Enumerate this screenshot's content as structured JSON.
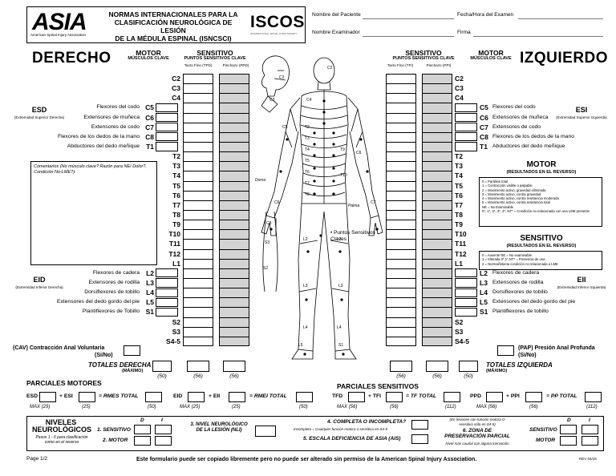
{
  "header": {
    "logo_word": "ASIA",
    "logo_sub": "American Spinal Injury Association",
    "title_lines": [
      "NORMAS INTERNACIONALES PARA LA",
      "CLASIFICACIÓN NEUROLÓGICA DE LESIÓN",
      "DE LA MÉDULA ESPINAL (ISNCSCI)"
    ],
    "partner_logo": "ISCOS",
    "partner_sub": "INTERNATIONAL SPINAL CORD SOCIETY",
    "patient_label": "Nombre del Paciente",
    "exam_date_label": "Fecha/Hora del Examen",
    "examiner_label": "Nombre Examinador",
    "signature_label": "Firma"
  },
  "right_side": {
    "title": "DERECHO",
    "motor_title": "MOTOR",
    "motor_sub": "MÚSCULOS CLAVE",
    "sensory_title": "SENSITIVO",
    "sensory_sub": "PUNTOS SENSITIVOS CLAVE",
    "ltr_label": "Tacto Fino (TFD)",
    "ppr_label": "Pinchazo (PPD)",
    "uer_label": "ESD",
    "uer_sub": "(Extremidad Superior Derecha)",
    "ler_label": "EID",
    "ler_sub": "(Extremidad Inferior Derecha)",
    "comments": "Comentarios (No músculo clave? Razón para NE/ Dolor?, Condición No-LME?):",
    "vac_label": "(CAV) Contracción Anal Voluntaria",
    "vac_yn": "(Si/No)",
    "totals_label": "TOTALES DERECHA",
    "max_label": "(MÁXIMO)"
  },
  "left_side": {
    "title": "IZQUIERDO",
    "motor_title": "MOTOR",
    "motor_sub": "MÚSCULOS CLAVE",
    "sensory_title": "SENSITIVO",
    "sensory_sub": "PUNTOS SENSITIVOS CLAVE",
    "ltl_label": "Tacto Fino (TFI)",
    "ppl_label": "Pinchazo (PPI)",
    "uel_label": "ESI",
    "uel_sub": "(Extremidad Superior Izquierda)",
    "lel_label": "EII",
    "lel_sub": "(Extremidad Inferior Izquierda)",
    "dap_label": "(PAP) Presión Anal Profunda",
    "dap_yn": "(Si/No)",
    "totals_label": "TOTALES IZQUIERDA",
    "max_label": "(MÁXIMO)"
  },
  "levels": [
    "C2",
    "C3",
    "C4",
    "C5",
    "C6",
    "C7",
    "C8",
    "T1",
    "T2",
    "T3",
    "T4",
    "T5",
    "T6",
    "T7",
    "T8",
    "T9",
    "T10",
    "T11",
    "T12",
    "L1",
    "L2",
    "L3",
    "L4",
    "L5",
    "S1",
    "S2",
    "S3",
    "S4-5"
  ],
  "upper_muscles": [
    "Flexores del codo",
    "Extensores de muñeca",
    "Extensores de codo",
    "Flexores de los dedos de la mano",
    "Abductores del dedo meñique"
  ],
  "lower_muscles": [
    "Flexores de cadera",
    "Extensores de rodilla",
    "Dorsiflexores de tobillo",
    "Extensores del dedo gordo del pie",
    "Plantiflexores de Tobillo"
  ],
  "lower_muscles_left": [
    "Flexores de cadera",
    "Extensores de rodilla",
    "Dorsiflexores de tobillo",
    "Extensores del dedo gordo del pie",
    "Plantiflexores de tobillo"
  ],
  "body": {
    "dorso_label": "Dorso",
    "palma_label": "Palma",
    "key_points_label": "• Puntos Sensitivos Claves"
  },
  "motor_legend": {
    "title": "MOTOR",
    "subtitle": "(RESULTADOS EN EL REVERSO)",
    "lines": [
      "0  = Parálisis total",
      "1  = Contracción visible o palpable",
      "2  = Movimiento activo, gravedad eliminada",
      "3  = Movimiento activo, contra gravedad",
      "4  = Movimiento activo, contra resistencia moderada",
      "5  = Movimiento activo, contra resistencia total",
      "NE = No Examinable",
      "0*, 1*, 2*, 3*, 4*, NT* = Condición no relacionada con una LME presente"
    ]
  },
  "sensory_legend": {
    "title": "SENSITIVO",
    "subtitle": "(RESULTADOS EN EL REVERSO)",
    "lines": [
      "0 = Ausente          NE = No examinable",
      "1 = Alterada         0*,1*,NT* = Presencia de una",
      "2 = Normal/intacta   condición no relacionada a LME"
    ]
  },
  "maxima": {
    "right_motor": "(50)",
    "right_lt": "(56)",
    "right_pp": "(56)",
    "left_lt": "(56)",
    "left_pp": "(56)",
    "left_motor": "(50)"
  },
  "motor_subscores": {
    "title": "PARCIALES MOTORES",
    "uer": "ESD",
    "uel": "+ ESI",
    "uems": "= RMES TOTAL",
    "ler": "EID",
    "lel": "+ EII",
    "lems": "= RMEI TOTAL",
    "max_uer": "MAX (25)",
    "max_uel": "(25)",
    "max_uems": "(50)",
    "max_ler": "MAX (25)",
    "max_lel": "(25)",
    "max_lems": "(50)"
  },
  "sensory_subscores": {
    "title": "PARCIALES SENSITIVOS",
    "ltr": "TFD",
    "ltl": "+ TFI",
    "lt_total": "= TF TOTAL",
    "ppr": "PPD",
    "ppl": "+ PPI",
    "pp_total": "= PP TOTAL",
    "max_ltr": "MAX (56)",
    "max_ltl": "(56)",
    "max_lt": "(112)",
    "max_ppr": "MAX (56)",
    "max_ppl": "(56)",
    "max_pp": "(112)"
  },
  "bottom": {
    "neuro_title": "NIVELES NEUROLÓGICOS",
    "neuro_sub": "Pasos 1 - 6 para clasificación como en el reverso",
    "d_label": "D",
    "i_label": "I",
    "sensory_label": "1. SENSITIVO",
    "motor_label": "2. MOTOR",
    "nli_label": "3. NIVEL NEUROLÓGICO DE LA LESIÓN (NLI)",
    "complete_label": "4. COMPLETA O INCOMPLETA?",
    "complete_sub": "Incompleta = Cualquier función motora o sensitiva en S4-5",
    "ais_label": "5. ESCALA DEFICIENCIA DE ASIA (AIS)",
    "zpp_note": "(En lesiones con función motora O sensitiva sólo en S4-5)",
    "zpp_label": "6. ZONA DE PRESERVACIÓN PARCIAL",
    "zpp_sub": "Nivel más caudal con alguna inervación",
    "zpp_sensory": "SENSITIVO",
    "zpp_motor": "MOTOR"
  },
  "footer": {
    "page": "Page 1/2",
    "notice": "Este formulario puede ser copiado libremente pero no puede ser alterado sin permiso de la American Spinal Injury Association.",
    "rev": "REV 04/15"
  }
}
